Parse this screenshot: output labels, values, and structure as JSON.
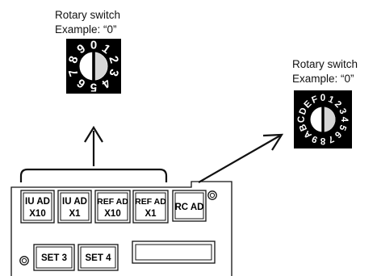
{
  "switch_left": {
    "title": "Rotary switch",
    "example": "Example: “0”",
    "digits": [
      "0",
      "1",
      "2",
      "3",
      "4",
      "5",
      "6",
      "7",
      "8",
      "9"
    ]
  },
  "switch_right": {
    "title": "Rotary switch",
    "example": "Example: “0”",
    "digits": [
      "0",
      "1",
      "2",
      "3",
      "4",
      "5",
      "6",
      "7",
      "8",
      "9",
      "A",
      "B",
      "C",
      "D",
      "E",
      "F"
    ]
  },
  "panel": {
    "buttons_top": [
      {
        "line1": "IU AD",
        "line2": "X10"
      },
      {
        "line1": "IU AD",
        "line2": "X1"
      },
      {
        "line1": "REF AD",
        "line2": "X10"
      },
      {
        "line1": "REF AD",
        "line2": "X1"
      }
    ],
    "rc_ad": "RC AD",
    "set3": "SET 3",
    "set4": "SET 4"
  }
}
